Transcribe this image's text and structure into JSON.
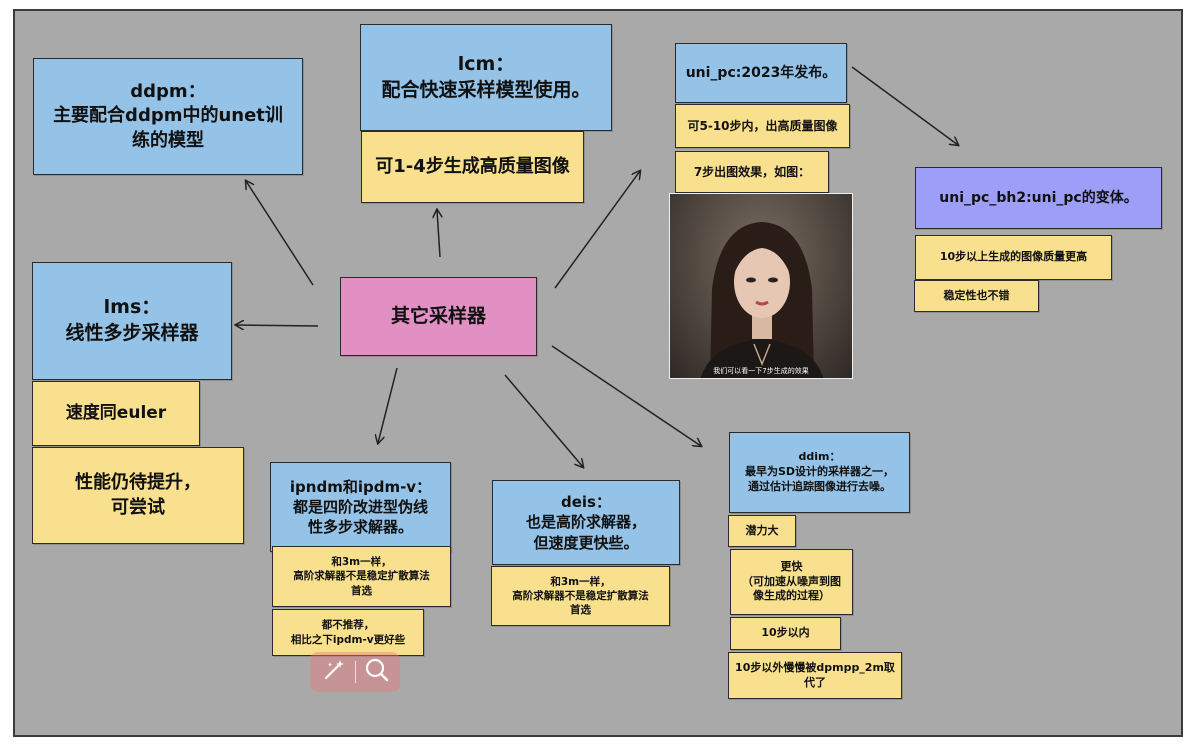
{
  "center": {
    "label": "其它采样器"
  },
  "ddpm": {
    "title": "ddpm：\n主要配合ddpm中的unet训\n练的模型"
  },
  "lcm": {
    "title": "lcm：\n配合快速采样模型使用。",
    "note": "可1-4步生成高质量图像"
  },
  "uni_pc": {
    "title": "uni_pc:2023年发布。",
    "note1": "可5-10步内，出高质量图像",
    "note2": "7步出图效果，如图：",
    "image_caption": "我们可以看一下7步生成的效果"
  },
  "uni_pc_bh2": {
    "title": "uni_pc_bh2:uni_pc的变体。",
    "note1": "10步以上生成的图像质量更高",
    "note2": "稳定性也不错"
  },
  "lms": {
    "title": "lms：\n线性多步采样器",
    "note1": "速度同euler",
    "note2": "性能仍待提升，\n可尝试"
  },
  "ipndm": {
    "title": "ipndm和ipdm-v：\n都是四阶改进型伪线\n性多步求解器。",
    "note1": "和3m一样，\n高阶求解器不是稳定扩散算法\n首选",
    "note2": "都不推荐，\n相比之下ipdm-v更好些"
  },
  "deis": {
    "title": "deis：\n也是高阶求解器，\n但速度更快些。",
    "note": "和3m一样，\n高阶求解器不是稳定扩散算法\n首选"
  },
  "ddim": {
    "title": "ddim：\n最早为SD设计的采样器之一，\n通过估计追踪图像进行去噪。",
    "note1": "潜力大",
    "note2": "更快\n（可加速从噪声到图\n像生成的过程）",
    "note3": "10步以内",
    "note4": "10步以外慢慢被dpmpp_2m取\n代了"
  },
  "colors": {
    "canvas": "#a9a9a9",
    "blue": "#95c3e8",
    "yellow": "#f8e08e",
    "pink": "#e28fc4",
    "purple": "#9d9ef8"
  },
  "icons": [
    "edit-sparkle-icon",
    "search-icon"
  ]
}
